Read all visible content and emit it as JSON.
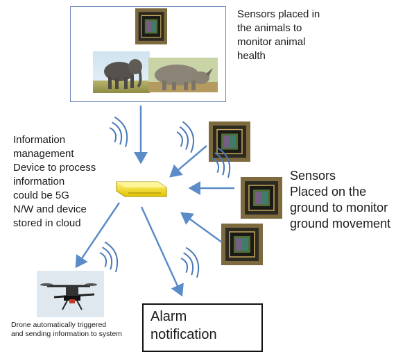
{
  "labels": {
    "animal_sensors": "Sensors placed in\nthe animals to\nmonitor animal\nhealth",
    "info_mgmt": "Information\nmanagement\nDevice to process\ninformation\ncould be 5G\nN/W and device\nstored in cloud",
    "ground_sensors": "Sensors\nPlaced on the\nground to monitor\nground movement",
    "drone": "Drone automatically triggered\nand sending information to system",
    "alarm": "Alarm\nnotification"
  },
  "icons": {
    "chip": "sensor-chip-icon",
    "elephant": "elephant-photo",
    "rhino": "rhino-photo",
    "gateway": "gateway-device-icon",
    "drone": "drone-photo",
    "wireless": "wireless-signal-icon"
  },
  "colors": {
    "arrow": "#5b8cc8",
    "frame": "#6a86b8",
    "gateway": "#f2dc1e",
    "signal": "#4a7bb9"
  }
}
